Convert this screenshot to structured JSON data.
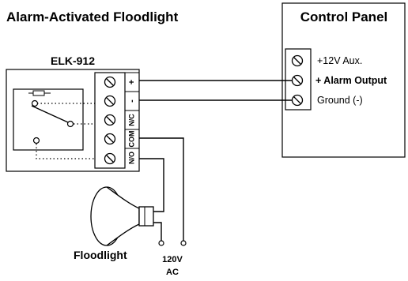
{
  "diagram": {
    "title": "Alarm-Activated Floodlight",
    "relay": {
      "name": "ELK-912",
      "terminals": [
        "+",
        "-",
        "N/C",
        "COM",
        "N/O"
      ]
    },
    "control_panel": {
      "title": "Control Panel",
      "terminals": [
        "+12V Aux.",
        "+ Alarm Output",
        "Ground (-)"
      ]
    },
    "floodlight": {
      "label": "Floodlight"
    },
    "power": {
      "line1": "120V",
      "line2": "AC"
    }
  }
}
